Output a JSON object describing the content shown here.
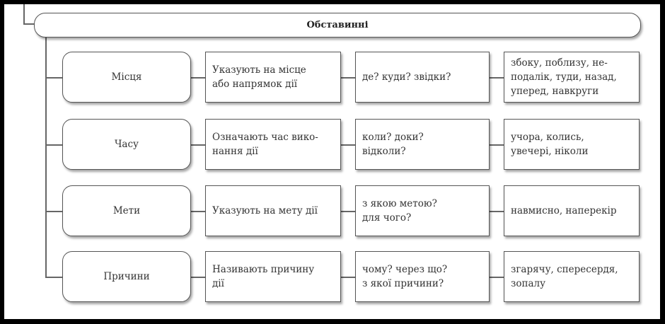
{
  "title": "Обставинні",
  "rows": [
    {
      "label": "Місця",
      "meaning": "Указують на місце\nабо напрямок дії",
      "questions": "де? куди? звідки?",
      "examples": "збоку, поблизу, не-\nподалік, туди, назад,\nуперед, навкруги"
    },
    {
      "label": "Часу",
      "meaning": "Означають час вико-\nнання дії",
      "questions": "коли? доки?\nвідколи?",
      "examples": "учора, колись,\nувечері, ніколи"
    },
    {
      "label": "Мети",
      "meaning": "Указують на мету дії",
      "questions": "з якою метою?\nдля чого?",
      "examples": "навмисно, наперекір"
    },
    {
      "label": "Причини",
      "meaning": "Називають причину\nдії",
      "questions": "чому? через що?\nз якої причини?",
      "examples": "згарячу, спересердя,\nзопалу"
    }
  ]
}
